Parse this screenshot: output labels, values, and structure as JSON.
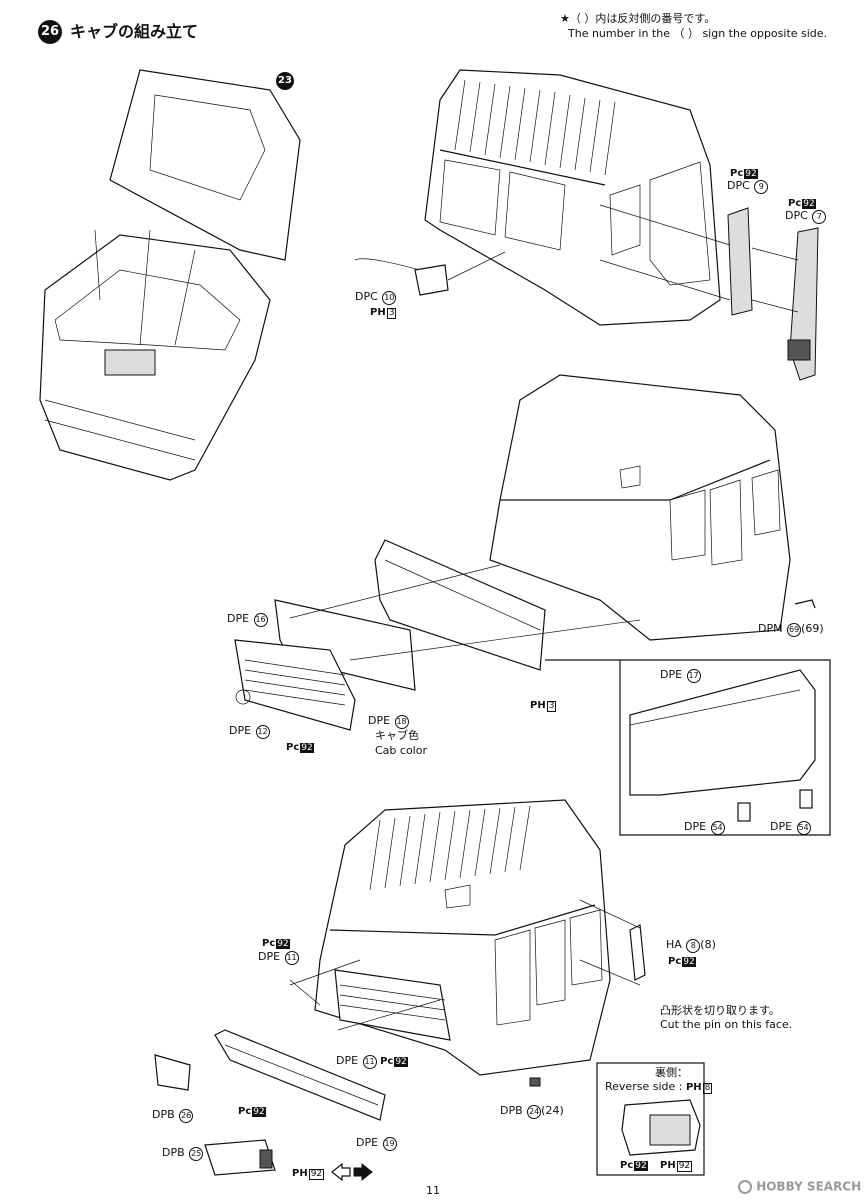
{
  "header": {
    "step_number": "26",
    "step_title": "キャブの組み立て",
    "note_jp": "★（ ）内は反対側の番号です。",
    "note_en": "The number in the （ ） sign the opposite side."
  },
  "step_ref": "23",
  "parts": {
    "dpc9": {
      "code": "DPC",
      "num": "9",
      "sprue": "Pc",
      "sprue_num": "92"
    },
    "dpc7": {
      "code": "DPC",
      "num": "7",
      "sprue": "Pc",
      "sprue_num": "92"
    },
    "dpc10": {
      "code": "DPC",
      "num": "10",
      "sprue": "PH",
      "sprue_num": "3"
    },
    "dpe16": {
      "code": "DPE",
      "num": "16"
    },
    "dpe12": {
      "code": "DPE",
      "num": "12"
    },
    "pc92_grille": {
      "sprue": "Pc",
      "sprue_num": "92"
    },
    "dpe18": {
      "code": "DPE",
      "num": "18",
      "color_jp": "キャブ色",
      "color_en": "Cab color"
    },
    "ph3_panel": {
      "sprue": "PH",
      "sprue_num": "3"
    },
    "dpm69": {
      "code": "DPM",
      "num": "69",
      "opp": "(69)"
    },
    "dpe17": {
      "code": "DPE",
      "num": "17"
    },
    "dpe54a": {
      "code": "DPE",
      "num": "54"
    },
    "dpe54b": {
      "code": "DPE",
      "num": "54"
    },
    "pc92_step": {
      "sprue": "Pc",
      "sprue_num": "92"
    },
    "dpe11a": {
      "code": "DPE",
      "num": "11"
    },
    "ha8": {
      "code": "HA",
      "num": "8",
      "opp": "(8)",
      "sprue": "Pc",
      "sprue_num": "92"
    },
    "cut_note_jp": "凸形状を切り取ります。",
    "cut_note_en": "Cut the pin on this face.",
    "dpe11b": {
      "code": "DPE",
      "num": "11",
      "sprue": "Pc",
      "sprue_num": "92"
    },
    "dpb26": {
      "code": "DPB",
      "num": "26"
    },
    "pc92_bumper": {
      "sprue": "Pc",
      "sprue_num": "92"
    },
    "dpe19": {
      "code": "DPE",
      "num": "19"
    },
    "dpb24": {
      "code": "DPB",
      "num": "24",
      "opp": "(24)"
    },
    "dpb25": {
      "code": "DPB",
      "num": "25",
      "sprue": "PH",
      "sprue_num": "92"
    }
  },
  "reverse_box": {
    "label_jp": "裏側：",
    "label_en": "Reverse side :",
    "sprue": "PH",
    "sprue_num": "8",
    "bottom_left": {
      "sprue": "Pc",
      "sprue_num": "92"
    },
    "bottom_right": {
      "sprue": "PH",
      "sprue_num": "92"
    }
  },
  "footer": {
    "page_number": "11",
    "watermark": "HOBBY SEARCH"
  }
}
